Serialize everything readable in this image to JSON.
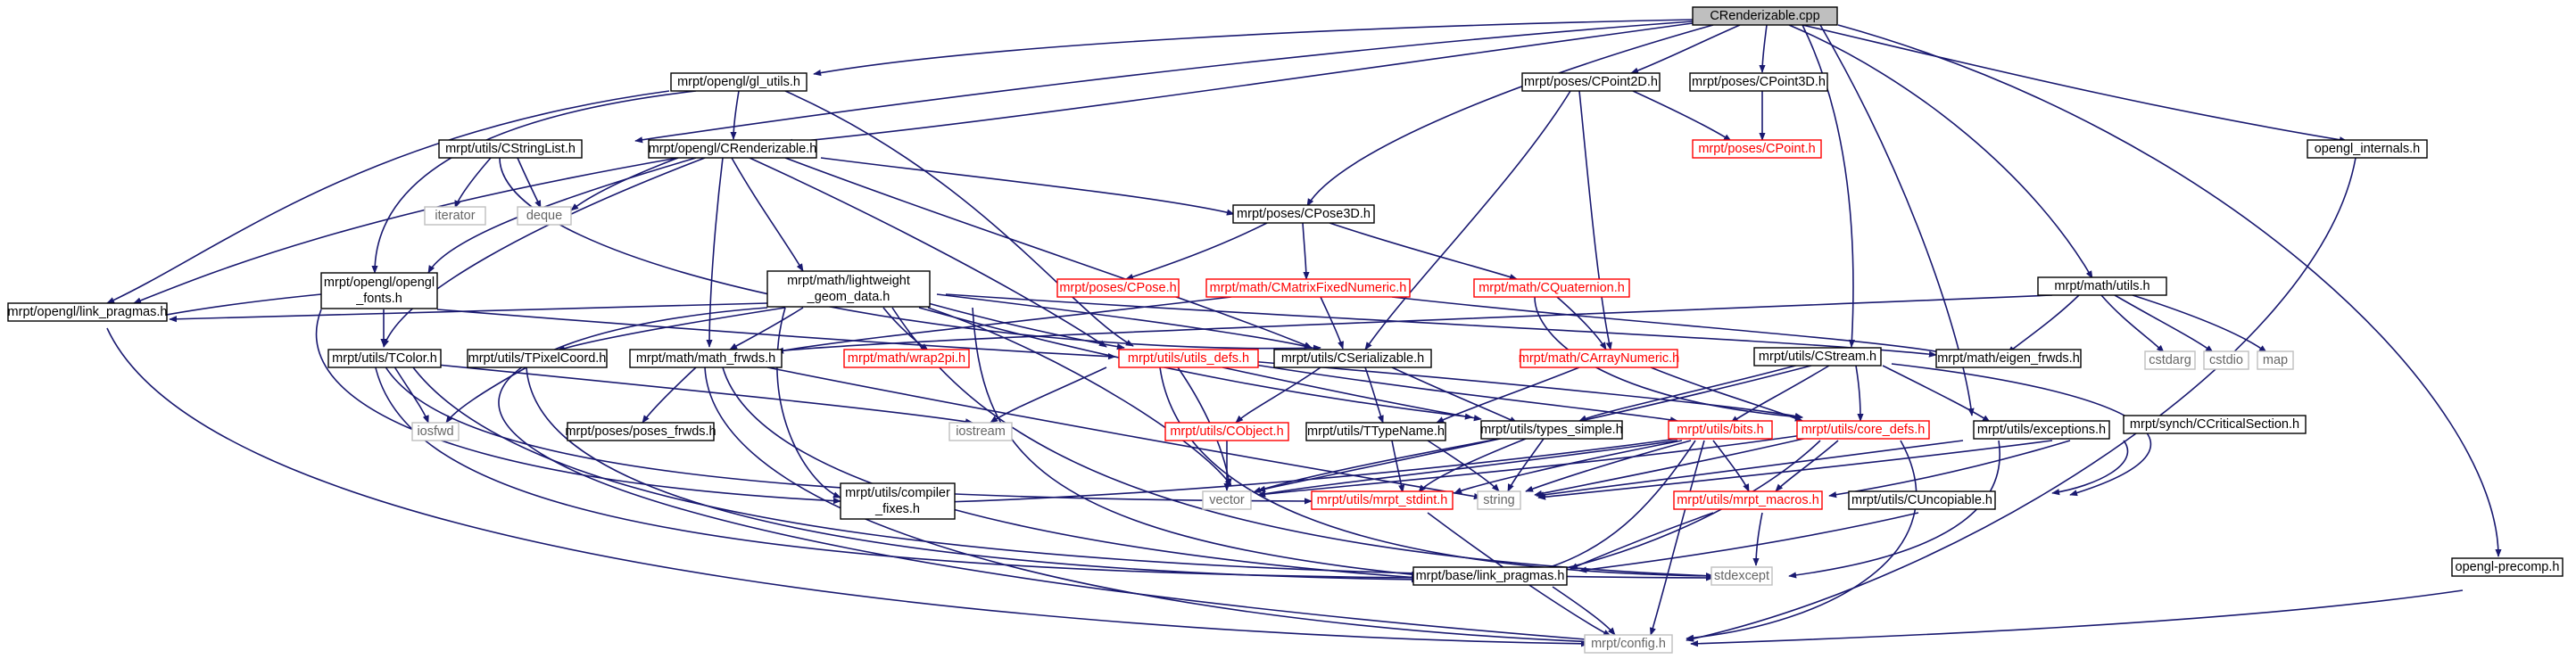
{
  "colors": {
    "edge": "#191970",
    "root_fill": "#bfbfbf",
    "red_border": "#ff0000",
    "gray_border": "#bfbfbf"
  },
  "nodes": {
    "root": "CRenderizable.cpp",
    "gl_utils": "mrpt/opengl/gl_utils.h",
    "cpoint2d": "mrpt/poses/CPoint2D.h",
    "cpoint3d": "mrpt/poses/CPoint3D.h",
    "cstringlist": "mrpt/utils/CStringList.h",
    "crenderizable": "mrpt/opengl/CRenderizable.h",
    "cpoint": "mrpt/poses/CPoint.h",
    "opengl_internals": "opengl_internals.h",
    "iterator": "iterator",
    "deque": "deque",
    "cpose3d": "mrpt/poses/CPose3D.h",
    "cpose": "mrpt/poses/CPose.h",
    "cmatrixfixed": "mrpt/math/CMatrixFixedNumeric.h",
    "cquaternion": "mrpt/math/CQuaternion.h",
    "math_utils": "mrpt/math/utils.h",
    "opengl_fonts_1": "mrpt/opengl/opengl",
    "opengl_fonts_2": "_fonts.h",
    "lightweight_1": "mrpt/math/lightweight",
    "lightweight_2": "_geom_data.h",
    "link_pragmas_gl": "mrpt/opengl/link_pragmas.h",
    "tcolor": "mrpt/utils/TColor.h",
    "tpixelcoord": "mrpt/utils/TPixelCoord.h",
    "math_frwds": "mrpt/math/math_frwds.h",
    "wrap2pi": "mrpt/math/wrap2pi.h",
    "utils_defs": "mrpt/utils/utils_defs.h",
    "cserializable": "mrpt/utils/CSerializable.h",
    "carraynumeric": "mrpt/math/CArrayNumeric.h",
    "cstream": "mrpt/utils/CStream.h",
    "eigen_frwds": "mrpt/math/eigen_frwds.h",
    "cstdarg": "cstdarg",
    "cstdio": "cstdio",
    "map": "map",
    "iosfwd": "iosfwd",
    "poses_frwds": "mrpt/poses/poses_frwds.h",
    "iostream": "iostream",
    "cobject": "mrpt/utils/CObject.h",
    "ttypename": "mrpt/utils/TTypeName.h",
    "types_simple": "mrpt/utils/types_simple.h",
    "bits": "mrpt/utils/bits.h",
    "core_defs": "mrpt/utils/core_defs.h",
    "exceptions": "mrpt/utils/exceptions.h",
    "ccriticalsection": "mrpt/synch/CCriticalSection.h",
    "compiler_fixes_1": "mrpt/utils/compiler",
    "compiler_fixes_2": "_fixes.h",
    "vector": "vector",
    "mrpt_stdint": "mrpt/utils/mrpt_stdint.h",
    "string": "string",
    "mrpt_macros": "mrpt/utils/mrpt_macros.h",
    "cuncopiable": "mrpt/utils/CUncopiable.h",
    "link_pragmas_base": "mrpt/base/link_pragmas.h",
    "stdexcept": "stdexcept",
    "opengl_precomp": "opengl-precomp.h",
    "config": "mrpt/config.h"
  }
}
